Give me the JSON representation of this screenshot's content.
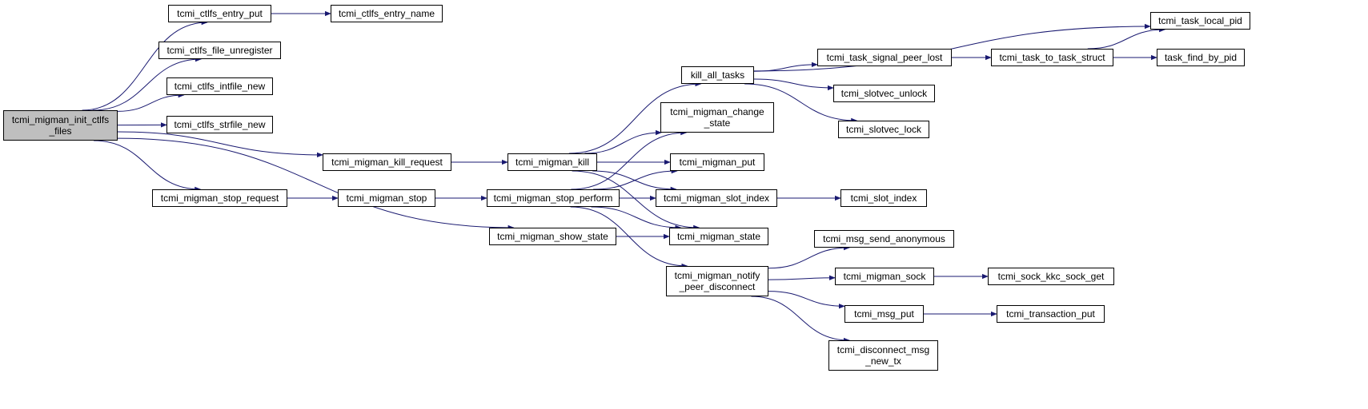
{
  "graph": {
    "edge_color": "#191970",
    "root_fill": "#bfbfbf",
    "node_fill": "#ffffff",
    "nodes": [
      {
        "id": "root",
        "label": "tcmi_migman_init_ctlfs\n_files",
        "root": true
      },
      {
        "id": "entry_put",
        "label": "tcmi_ctlfs_entry_put"
      },
      {
        "id": "entry_name",
        "label": "tcmi_ctlfs_entry_name"
      },
      {
        "id": "file_unregister",
        "label": "tcmi_ctlfs_file_unregister"
      },
      {
        "id": "intfile_new",
        "label": "tcmi_ctlfs_intfile_new"
      },
      {
        "id": "strfile_new",
        "label": "tcmi_ctlfs_strfile_new"
      },
      {
        "id": "kill_request",
        "label": "tcmi_migman_kill_request"
      },
      {
        "id": "stop_request",
        "label": "tcmi_migman_stop_request"
      },
      {
        "id": "show_state",
        "label": "tcmi_migman_show_state"
      },
      {
        "id": "migman_kill",
        "label": "tcmi_migman_kill"
      },
      {
        "id": "migman_stop",
        "label": "tcmi_migman_stop"
      },
      {
        "id": "stop_perform",
        "label": "tcmi_migman_stop_perform"
      },
      {
        "id": "kill_all_tasks",
        "label": "kill_all_tasks"
      },
      {
        "id": "change_state",
        "label": "tcmi_migman_change\n_state"
      },
      {
        "id": "migman_put",
        "label": "tcmi_migman_put"
      },
      {
        "id": "slot_index_m",
        "label": "tcmi_migman_slot_index"
      },
      {
        "id": "migman_state",
        "label": "tcmi_migman_state"
      },
      {
        "id": "notify_peer",
        "label": "tcmi_migman_notify\n_peer_disconnect"
      },
      {
        "id": "signal_peer_lost",
        "label": "tcmi_task_signal_peer_lost"
      },
      {
        "id": "slotvec_unlock",
        "label": "tcmi_slotvec_unlock"
      },
      {
        "id": "slotvec_lock",
        "label": "tcmi_slotvec_lock"
      },
      {
        "id": "task_to_task_struct",
        "label": "tcmi_task_to_task_struct"
      },
      {
        "id": "task_local_pid",
        "label": "tcmi_task_local_pid"
      },
      {
        "id": "find_by_pid",
        "label": "task_find_by_pid"
      },
      {
        "id": "slot_index",
        "label": "tcmi_slot_index"
      },
      {
        "id": "msg_send_anon",
        "label": "tcmi_msg_send_anonymous"
      },
      {
        "id": "migman_sock",
        "label": "tcmi_migman_sock"
      },
      {
        "id": "sock_kkc_get",
        "label": "tcmi_sock_kkc_sock_get"
      },
      {
        "id": "msg_put",
        "label": "tcmi_msg_put"
      },
      {
        "id": "transaction_put",
        "label": "tcmi_transaction_put"
      },
      {
        "id": "disconnect_msg",
        "label": "tcmi_disconnect_msg\n_new_tx"
      }
    ],
    "edges": [
      [
        "root",
        "entry_put"
      ],
      [
        "root",
        "file_unregister"
      ],
      [
        "root",
        "intfile_new"
      ],
      [
        "root",
        "strfile_new"
      ],
      [
        "root",
        "kill_request"
      ],
      [
        "root",
        "stop_request"
      ],
      [
        "root",
        "show_state"
      ],
      [
        "entry_put",
        "entry_name"
      ],
      [
        "kill_request",
        "migman_kill"
      ],
      [
        "stop_request",
        "migman_stop"
      ],
      [
        "migman_stop",
        "stop_perform"
      ],
      [
        "show_state",
        "migman_state"
      ],
      [
        "migman_kill",
        "kill_all_tasks"
      ],
      [
        "migman_kill",
        "change_state"
      ],
      [
        "migman_kill",
        "migman_put"
      ],
      [
        "migman_kill",
        "slot_index_m"
      ],
      [
        "migman_kill",
        "migman_state"
      ],
      [
        "stop_perform",
        "change_state"
      ],
      [
        "stop_perform",
        "migman_put"
      ],
      [
        "stop_perform",
        "slot_index_m"
      ],
      [
        "stop_perform",
        "migman_state"
      ],
      [
        "stop_perform",
        "notify_peer"
      ],
      [
        "kill_all_tasks",
        "task_local_pid"
      ],
      [
        "kill_all_tasks",
        "signal_peer_lost"
      ],
      [
        "kill_all_tasks",
        "slotvec_unlock"
      ],
      [
        "kill_all_tasks",
        "slotvec_lock"
      ],
      [
        "signal_peer_lost",
        "task_to_task_struct"
      ],
      [
        "task_to_task_struct",
        "task_local_pid"
      ],
      [
        "task_to_task_struct",
        "find_by_pid"
      ],
      [
        "slot_index_m",
        "slot_index"
      ],
      [
        "notify_peer",
        "msg_send_anon"
      ],
      [
        "notify_peer",
        "migman_sock"
      ],
      [
        "notify_peer",
        "msg_put"
      ],
      [
        "notify_peer",
        "disconnect_msg"
      ],
      [
        "migman_sock",
        "sock_kkc_get"
      ],
      [
        "msg_put",
        "transaction_put"
      ]
    ]
  }
}
